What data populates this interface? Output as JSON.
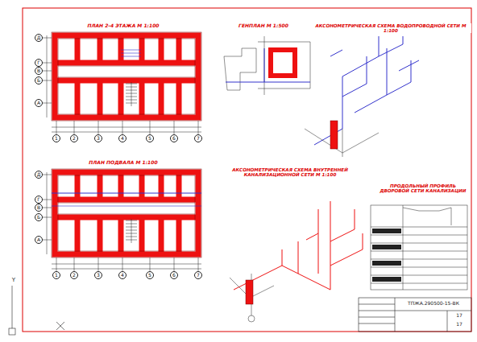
{
  "diagram": {
    "nodes": [
      {
        "text": [
          "Д"
        ]
      },
      {
        "text": [
          "Г"
        ]
      },
      {
        "text": [
          "В"
        ]
      },
      {
        "text": [
          "Б"
        ]
      },
      {
        "text": [
          "А"
        ]
      },
      {
        "text": [
          "1"
        ]
      },
      {
        "text": [
          "2"
        ]
      },
      {
        "text": [
          "3"
        ]
      },
      {
        "text": [
          "4"
        ]
      },
      {
        "text": [
          "5"
        ]
      },
      {
        "text": [
          "6"
        ]
      },
      {
        "text": [
          "7"
        ]
      },
      {
        "text": [
          "Д"
        ]
      },
      {
        "text": [
          "Г"
        ]
      },
      {
        "text": [
          "В"
        ]
      },
      {
        "text": [
          "Б"
        ]
      },
      {
        "text": [
          "А"
        ]
      },
      {
        "text": [
          "1"
        ]
      },
      {
        "text": [
          "2"
        ]
      },
      {
        "text": [
          "3"
        ]
      },
      {
        "text": [
          "4"
        ]
      },
      {
        "text": [
          "5"
        ]
      },
      {
        "text": [
          "6"
        ]
      },
      {
        "text": [
          "7"
        ]
      }
    ],
    "labels": [
      "ПЛАН 2-4 ЭТАЖА М 1:100",
      "ГЕНПЛАН М 1:500",
      "АКСОНОМЕТРИЧЕСКАЯ СХЕМА ВОДОПРОВОДНОЙ СЕТИ М 1:100",
      "ПЛАН ПОДВАЛА М 1:100",
      "АКСОНОМЕТРИЧЕСКАЯ СХЕМА ВНУТРЕННЕЙ КАНАЛИЗАЦИОННОЙ СЕТИ М 1:100",
      "ПРОДОЛЬНЫЙ ПРОФИЛЬ ДВОРОВОЙ СЕТИ КАНАЛИЗАЦИИ",
      "ТПЖА.290500-15-ВК",
      "17",
      "17",
      "Y"
    ]
  }
}
